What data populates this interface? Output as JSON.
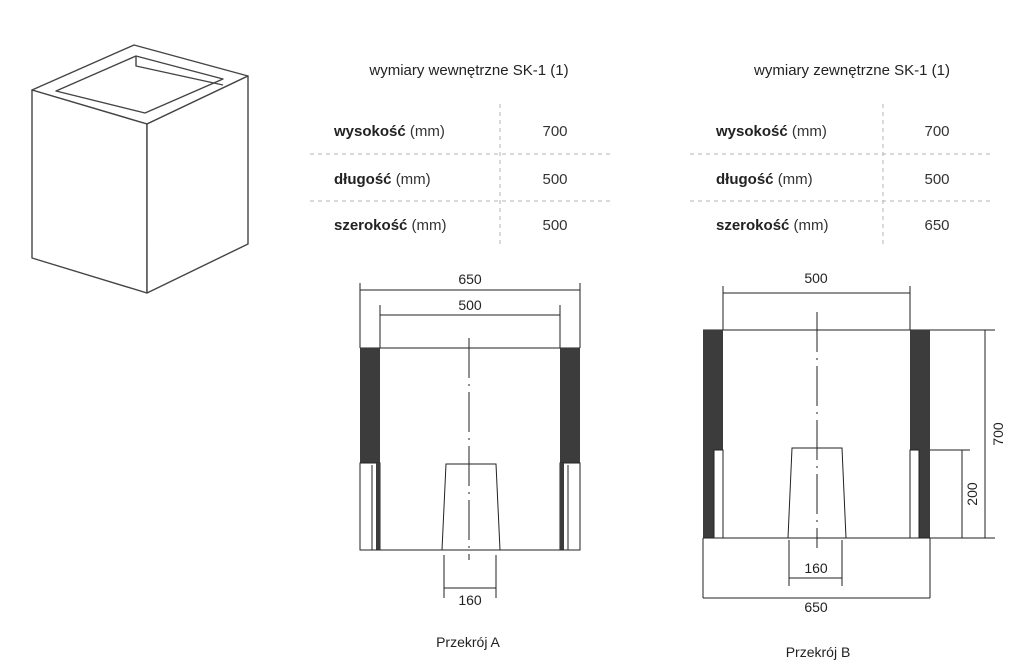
{
  "tables": [
    {
      "title": "wymiary wewnętrzne SK-1 (1)",
      "rows": [
        {
          "label": "wysokość",
          "unit": "(mm)",
          "value": "700"
        },
        {
          "label": "długość",
          "unit": "(mm)",
          "value": "500"
        },
        {
          "label": "szerokość",
          "unit": "(mm)",
          "value": "500"
        }
      ]
    },
    {
      "title": "wymiary zewnętrzne SK-1 (1)",
      "rows": [
        {
          "label": "wysokość",
          "unit": "(mm)",
          "value": "700"
        },
        {
          "label": "długość",
          "unit": "(mm)",
          "value": "500"
        },
        {
          "label": "szerokość",
          "unit": "(mm)",
          "value": "650"
        }
      ]
    }
  ],
  "section_a": {
    "caption": "Przekrój A",
    "dim_outer": "650",
    "dim_inner": "500",
    "dim_bottom": "160"
  },
  "section_b": {
    "caption": "Przekrój B",
    "dim_top": "500",
    "dim_height": "700",
    "dim_lower": "200",
    "dim_small": "160",
    "dim_bottom": "650"
  }
}
